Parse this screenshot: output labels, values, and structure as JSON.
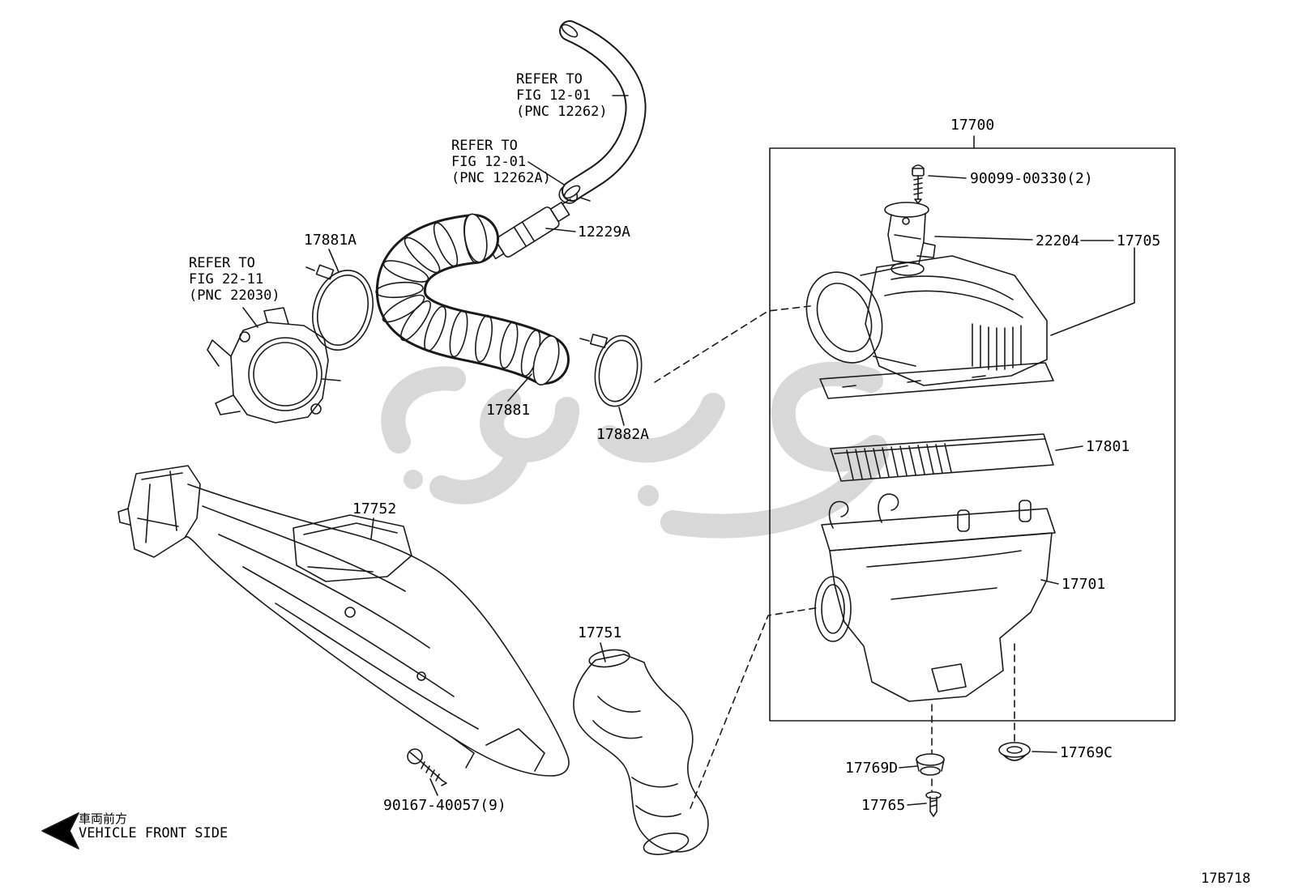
{
  "colors": {
    "line": "#1a1a1a",
    "watermark": "#d8d8d8",
    "background": "#ffffff"
  },
  "notes": {
    "fig12_1": [
      "REFER TO",
      "FIG 12-01",
      "(PNC 12262)"
    ],
    "fig12_1a": [
      "REFER TO",
      "FIG 12-01",
      "(PNC 12262A)"
    ],
    "fig22_11": [
      "REFER TO",
      "FIG 22-11",
      "(PNC 22030)"
    ]
  },
  "parts": {
    "p17700": "17700",
    "p90099": "90099-00330(2)",
    "p22204": "22204",
    "p17705": "17705",
    "p12229a": "12229A",
    "p17881a": "17881A",
    "p17881": "17881",
    "p17882a": "17882A",
    "p17801": "17801",
    "p17752": "17752",
    "p17751": "17751",
    "p17701": "17701",
    "p17769d": "17769D",
    "p17769c": "17769C",
    "p17765": "17765",
    "p90167": "90167-40057(9)"
  },
  "footer": {
    "front_jp": "車両前方",
    "front_en": "VEHICLE FRONT SIDE",
    "code": "17B718"
  }
}
